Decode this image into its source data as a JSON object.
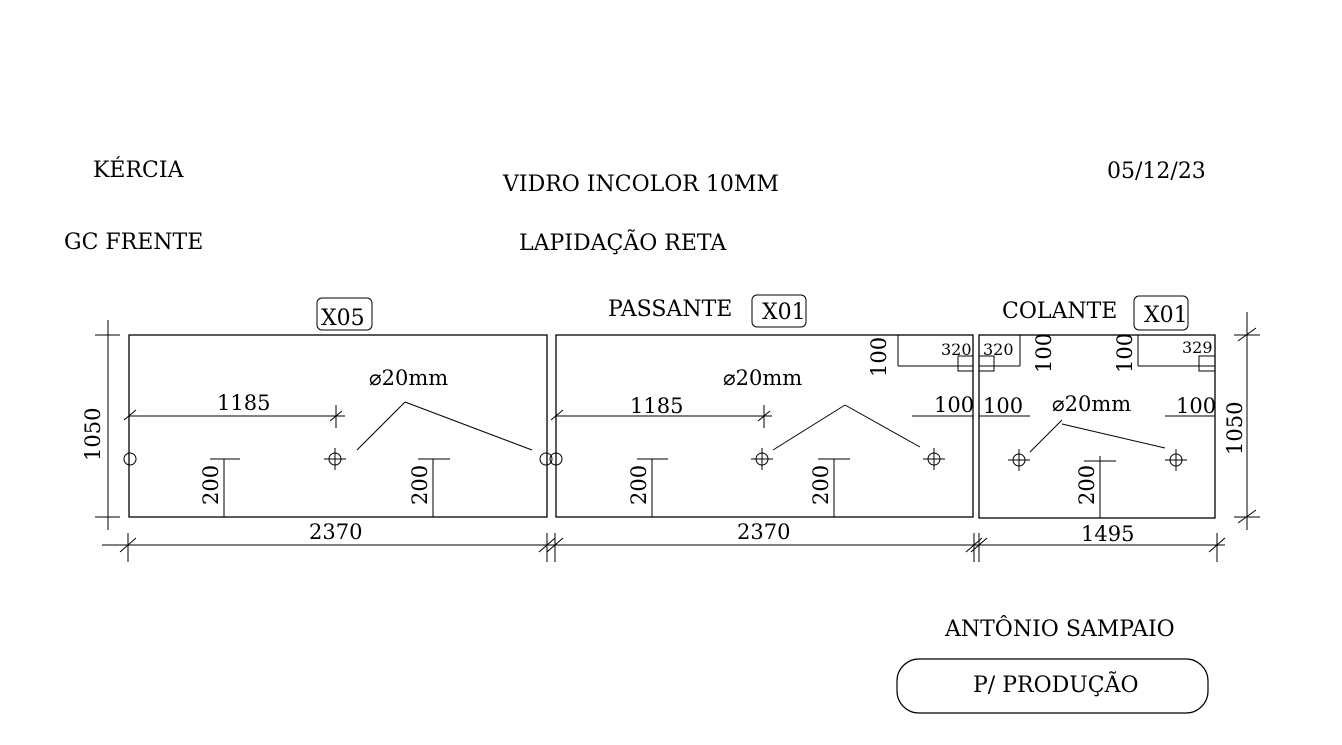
{
  "header": {
    "client": "KÉRCIA",
    "material": "VIDRO INCOLOR 10MM",
    "date": "05/12/23",
    "location": "GC FRENTE",
    "finish": "LAPIDAÇÃO RETA"
  },
  "panels": [
    {
      "qty_badge": "X05",
      "type_label": "",
      "width": "2370",
      "height": "1050",
      "hole_offset": "1185",
      "hole_label": "⌀20mm",
      "hole_height_left": "200",
      "hole_height_right": "200"
    },
    {
      "qty_badge": "X01",
      "type_label": "PASSANTE",
      "width": "2370",
      "hole_offset": "1185",
      "hole_label": "⌀20mm",
      "hole_height_left": "200",
      "hole_height_right": "200",
      "notch_width": "320",
      "notch_height": "100",
      "edge_offset_right": "100"
    },
    {
      "qty_badge": "X01",
      "type_label": "COLANTE",
      "width": "1495",
      "height": "1050",
      "hole_label": "⌀20mm",
      "hole_height": "200",
      "notch_left_width": "320",
      "notch_left_height": "100",
      "notch_right_width": "329",
      "notch_right_height": "100",
      "edge_offset_left": "100",
      "edge_offset_right": "100",
      "edge_offset_left_outer": "100"
    }
  ],
  "footer": {
    "signature": "ANTÔNIO SAMPAIO",
    "stamp": "P/ PRODUÇÃO"
  }
}
